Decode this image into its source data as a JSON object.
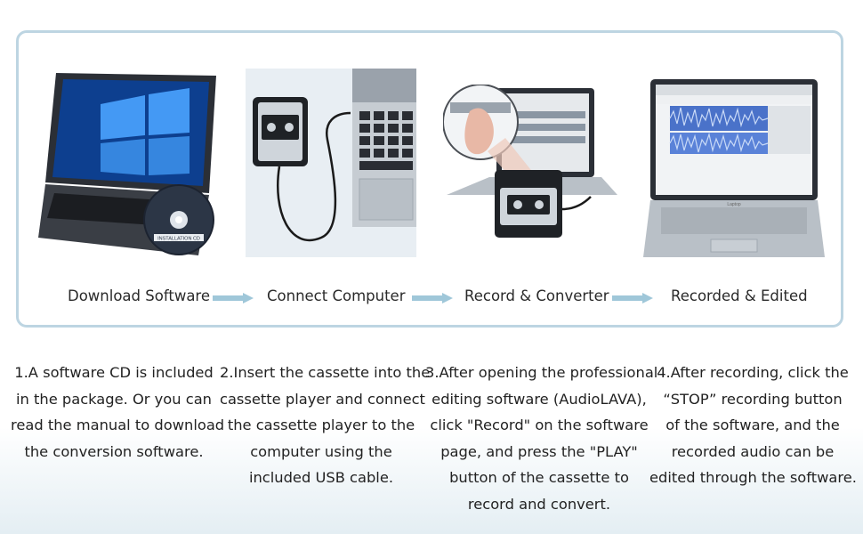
{
  "steps": [
    {
      "label": "Download Software",
      "description": [
        "1.A software CD is included",
        "in the package. Or you can",
        "read the manual to download",
        "the conversion software."
      ],
      "cd_text": "INSTALLATION CD"
    },
    {
      "label": "Connect Computer",
      "description": [
        "2.Insert the cassette into the",
        "cassette player and connect",
        "the cassette player to the",
        "computer using the",
        "included USB cable."
      ]
    },
    {
      "label": "Record & Converter",
      "description": [
        "3.After opening the professional",
        "editing software (AudioLAVA),",
        "click \"Record\" on the software",
        "page, and press the \"PLAY\"",
        "button of the cassette to",
        "record and convert."
      ]
    },
    {
      "label": "Recorded & Edited",
      "description": [
        "4.After recording, click the",
        "“STOP” recording button",
        "of the software, and the",
        "recorded audio can be",
        "edited through the software."
      ],
      "laptop_brand": "Laptop"
    }
  ],
  "colors": {
    "frame_border": "#bdd5e2",
    "arrow": "#9fc7d9",
    "windows_blue": "#1e6fd9",
    "waveform": "#4a72c9"
  }
}
